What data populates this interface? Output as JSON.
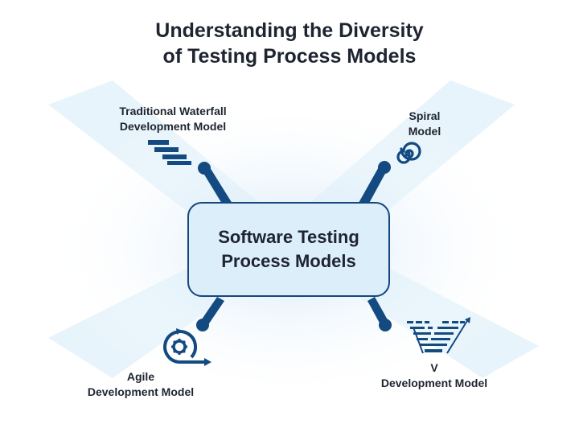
{
  "title": {
    "line1": "Understanding the Diversity",
    "line2": "of Testing Process Models"
  },
  "center": {
    "line1": "Software Testing",
    "line2": "Process Models"
  },
  "models": [
    {
      "id": "waterfall",
      "line1": "Traditional Waterfall",
      "line2": "Development Model",
      "icon": "waterfall-steps-icon"
    },
    {
      "id": "spiral",
      "line1": "Spiral",
      "line2": "Model",
      "icon": "spiral-icon"
    },
    {
      "id": "agile",
      "line1": "Agile",
      "line2": "Development Model",
      "icon": "agile-cycle-gear-icon"
    },
    {
      "id": "v",
      "line1": "V",
      "line2": "Development  Model",
      "icon": "v-model-icon"
    }
  ],
  "colors": {
    "accent": "#134a82",
    "box_fill": "#dceefa",
    "glow": "#cfe6f7"
  }
}
